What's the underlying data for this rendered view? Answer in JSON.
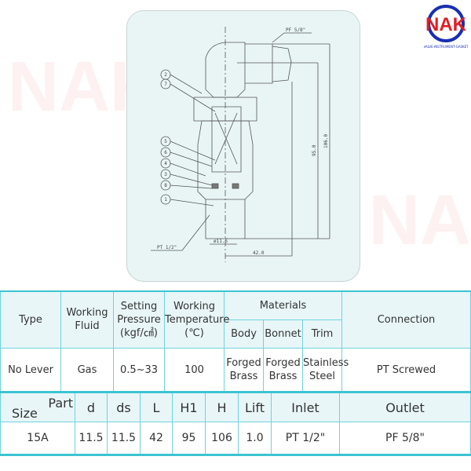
{
  "logo": {
    "text": "NAK",
    "subtitle": "VALVE-INSTRUMENT-GASKET"
  },
  "drawing": {
    "labels": {
      "outlet": "PF 5/8\"",
      "inlet": "PT 1/2\"",
      "dia": "ø11.5",
      "width": "42.0",
      "h1": "95.0",
      "h": "106.0"
    },
    "parts": [
      "2",
      "7",
      "5",
      "6",
      "4",
      "3",
      "8",
      "1"
    ]
  },
  "spec": {
    "headers": {
      "type": "Type",
      "fluid": "Working Fluid",
      "pressure": "Setting Pressure (kgf/㎠)",
      "temp": "Working Temperature (℃)",
      "materials": "Materials",
      "body": "Body",
      "bonnet": "Bonnet",
      "trim": "Trim",
      "connection": "Connection"
    },
    "row": {
      "type": "No Lever",
      "fluid": "Gas",
      "pressure": "0.5~33",
      "temp": "100",
      "body": "Forged Brass",
      "bonnet": "Forged Brass",
      "trim": "Stainless Steel",
      "connection": "PT Screwed"
    }
  },
  "dims": {
    "headers": {
      "part": "Part",
      "size": "Size",
      "d": "d",
      "ds": "ds",
      "L": "L",
      "H1": "H1",
      "H": "H",
      "lift": "Lift",
      "inlet": "Inlet",
      "outlet": "Outlet"
    },
    "row": {
      "size": "15A",
      "d": "11.5",
      "ds": "11.5",
      "L": "42",
      "H1": "95",
      "H": "106",
      "lift": "1.0",
      "inlet": "PT 1/2\"",
      "outlet": "PF 5/8\""
    }
  }
}
